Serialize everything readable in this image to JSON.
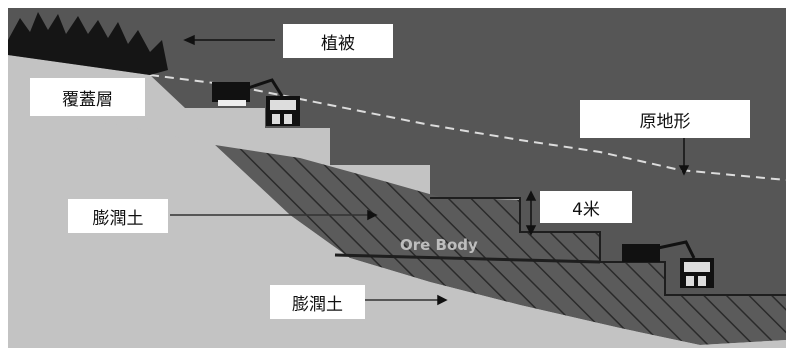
{
  "labels": {
    "vegetation": "植被",
    "overburden": "覆蓋層",
    "original_terrain": "原地形",
    "bench_height": "4米",
    "swelling_clay_upper": "膨潤土",
    "swelling_clay_lower": "膨潤土",
    "ore_body": "Ore Body"
  },
  "colors": {
    "sky": "#565656",
    "overburden": "#c3c3c3",
    "clay": "#5b5b5b",
    "hatch": "#2a2a2a",
    "label_bg": "#ffffff",
    "terrain_line": "#dcdcdc"
  }
}
